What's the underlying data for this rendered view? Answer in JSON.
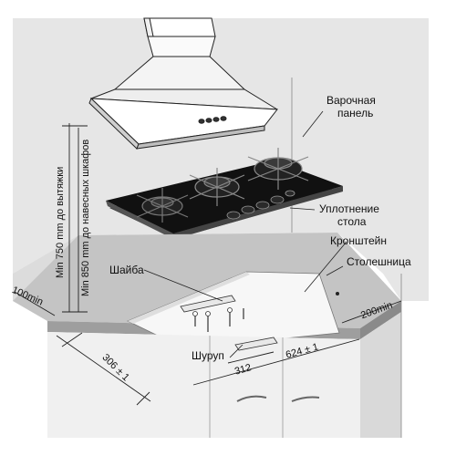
{
  "labels": {
    "hob_line1": "Варочная",
    "hob_line2": "панель",
    "seal_line1": "Уплотнение",
    "seal_line2": "стола",
    "bracket": "Кронштейн",
    "countertop": "Столешница",
    "washer": "Шайба",
    "screw": "Шуруп"
  },
  "dimensions": {
    "hood_clearance": "Min 750 mm до вытяжки",
    "cabinet_clearance": "Min 850 mm до навесных шкафов",
    "edge_left": "100min",
    "edge_right": "200min",
    "cutout_depth": "306 ± 1",
    "cutout_width": "624 ± 1",
    "bracket_spacing": "312"
  },
  "colors": {
    "wall": "#e6e6e6",
    "countertop_top": "#c4c4c4",
    "cutout": "#f7f7f7",
    "glass": "#111111",
    "cabinet": "#f0f0f0"
  }
}
